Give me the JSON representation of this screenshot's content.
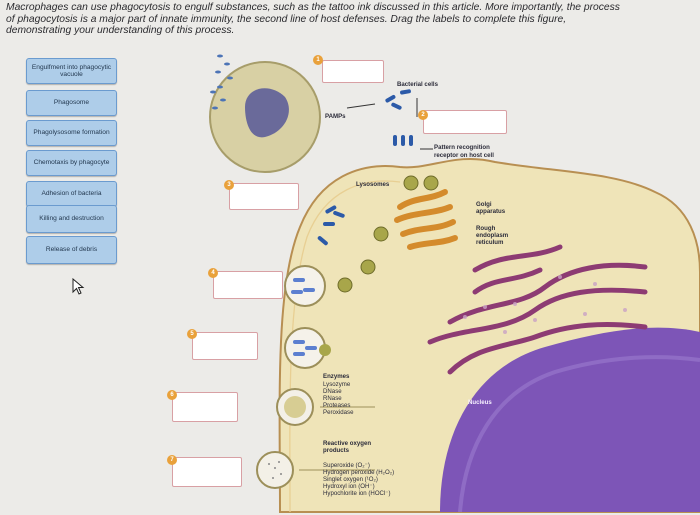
{
  "question": {
    "lines": [
      "Macrophages can use phagocytosis to engulf substances, such as the tattoo ink discussed in this article. More importantly, the process",
      "of phagocytosis is a major part of innate immunity, the second line of host defenses. Drag the labels to complete this figure,",
      "demonstrating your understanding of this process."
    ]
  },
  "labels": [
    "Engulfment into phagocytic vacuole",
    "Phagosome",
    "Phagolysosome formation",
    "Chemotaxis by phagocyte",
    "Adhesion of bacteria",
    "Killing and destruction",
    "Release of debris"
  ],
  "figure": {
    "drop_numbers": [
      "1",
      "2",
      "3",
      "4",
      "5",
      "6",
      "7"
    ],
    "text": {
      "bacterial_cells": "Bacterial cells",
      "pamps": "PAMPs",
      "pattern_recognition": "Pattern recognition",
      "receptor_host_cell": "receptor on host cell",
      "lysosomes": "Lysosomes",
      "golgi_1": "Golgi",
      "golgi_2": "apparatus",
      "rer_1": "Rough",
      "rer_2": "endoplasm",
      "rer_3": "reticulum",
      "nucleus": "Nucleus",
      "enzymes": "Enzymes",
      "enzyme_list": [
        "Lysozyme",
        "DNase",
        "RNase",
        "Proteases",
        "Peroxidase"
      ],
      "ros_1": "Reactive oxygen",
      "ros_2": "products",
      "ros_list": [
        "Superoxide (O₂⁻)",
        "Hydrogen peroxide (H₂O₂)",
        "Singlet oxygen (¹O₂)",
        "Hydroxyl ion (OH⁻)",
        "Hypochlorite ion (HOCl⁻)"
      ]
    }
  },
  "colors": {
    "chip_fill": "#aecde9",
    "chip_border": "#6b9bcf",
    "drop_border": "#d8a0a4",
    "number_badge": "#e9a13b",
    "cytoplasm": "#efe4b8",
    "nucleus": "#7d55b7"
  }
}
